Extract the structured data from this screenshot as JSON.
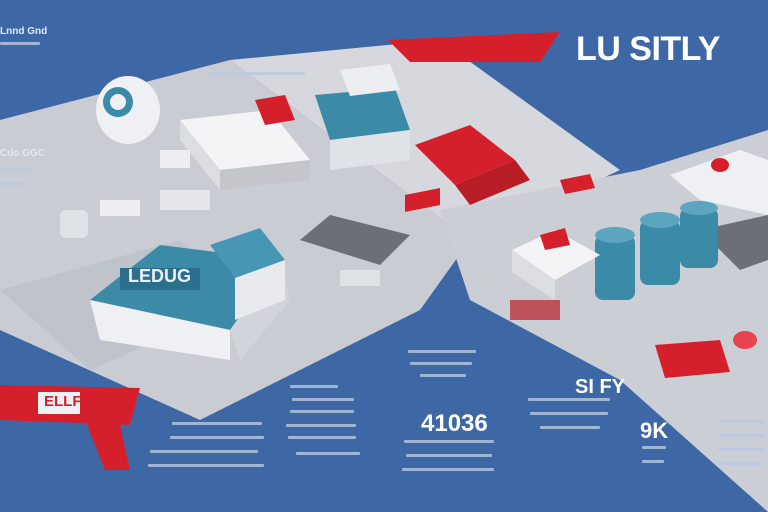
{
  "header": {
    "title": "LU SITLY"
  },
  "labels": {
    "sign": "ELLF",
    "center_number": "41036",
    "stat_right": "SI FY",
    "stat_far_right": "9K",
    "left_top": "Lnnd Gnd",
    "left_mid": "Cdo GGC",
    "building_logo": "LEDUG"
  },
  "colors": {
    "background": "#3d68a5",
    "ground": "#c9ccd3",
    "accent_red": "#d5202b",
    "teal": "#3a8aa8"
  }
}
